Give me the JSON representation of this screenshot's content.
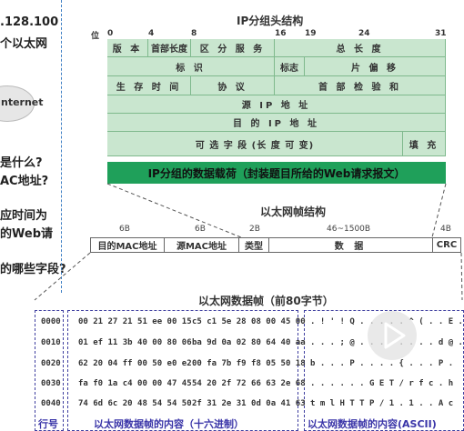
{
  "left_text": {
    "line1": ".128.100",
    "line2": "个以太网",
    "internet": "nternet",
    "q1": "是什么?",
    "q2": "AC地址?",
    "q3": "应时间为",
    "q4": "的Web请",
    "q5": "的哪些字段?"
  },
  "ip_header": {
    "title": "IP分组头结构",
    "bit_label": "位",
    "bits": [
      "0",
      "4",
      "8",
      "16",
      "19",
      "24",
      "31"
    ],
    "row1": [
      "版 本",
      "首部长度",
      "区 分 服 务",
      "总 长 度"
    ],
    "row2": [
      "标 识",
      "标志",
      "片 偏 移"
    ],
    "row3": [
      "生 存 时 间",
      "协 议",
      "首 部 检 验 和"
    ],
    "row4": "源 IP 地 址",
    "row5": "目 的 IP 地 址",
    "row6": [
      "可 选 字 段 (长 度 可 变)",
      "填 充"
    ],
    "payload": "IP分组的数据载荷（封装题目所给的Web请求报文）"
  },
  "ethernet": {
    "title": "以太网帧结构",
    "sizes": [
      "6B",
      "6B",
      "2B",
      "46~1500B",
      "4B"
    ],
    "fields": [
      "目的MAC地址",
      "源MAC地址",
      "类型",
      "数 据",
      "CRC"
    ]
  },
  "frame": {
    "title": "以太网数据帧（前80字节）",
    "rows": [
      {
        "off": "0000",
        "hex1": "00 21 27 21 51 ee 00 15",
        "hex2": "c5 c1 5e 28 08 00 45 00",
        "ascii": ". ! ' ! Q . . .   . . ^ ( . . E ."
      },
      {
        "off": "0010",
        "hex1": "01 ef 11 3b 40 00 80 06",
        "hex2": "ba 9d 0a 02 80 64 40 aa",
        "ascii": ". . . ; @ . . .   . . . . . d @ ."
      },
      {
        "off": "0020",
        "hex1": "62 20 04 ff 00 50 e0 e2",
        "hex2": "00 fa 7b f9 f8 05 50 18",
        "ascii": "b   . . . P . .   . . { . . . P ."
      },
      {
        "off": "0030",
        "hex1": "fa f0 1a c4 00 00 47 45",
        "hex2": "54 20 2f 72 66 63 2e 68",
        "ascii": ". . . . . . G E   T   / r f c . h"
      },
      {
        "off": "0040",
        "hex1": "74 6d 6c 20 48 54 54 50",
        "hex2": "2f 31 2e 31 0d 0a 41 63",
        "ascii": "t m l   H T T P   / 1 . 1 . . A c"
      }
    ],
    "label_offset": "行号",
    "label_hex": "以太网数据帧的内容（十六进制）",
    "label_ascii": "以太网数据帧的内容(ASCII)"
  },
  "colors": {
    "grid": "#c9e6cf",
    "payload": "#1fa05a",
    "dash": "#3f3fa0",
    "guide": "#3d7fc4"
  }
}
